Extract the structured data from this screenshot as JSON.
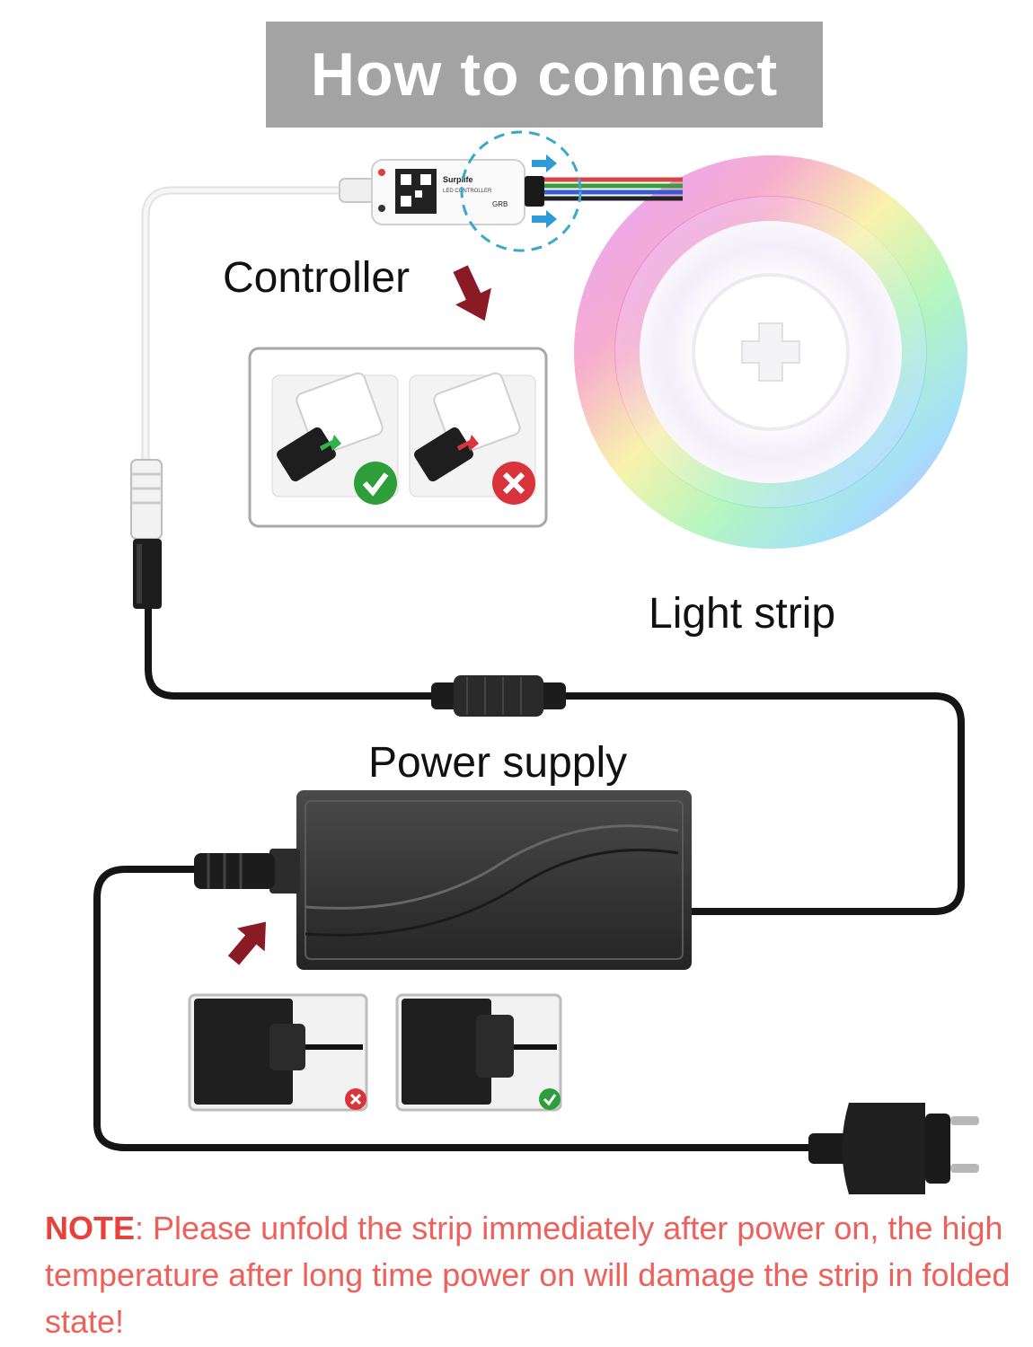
{
  "title": "How to connect",
  "labels": {
    "controller": "Controller",
    "light_strip": "Light strip",
    "power_supply": "Power supply"
  },
  "controller_device": {
    "brand": "Surplife",
    "product": "LED CONTROLLER",
    "pins": "GRB"
  },
  "note": {
    "label": "NOTE",
    "text": ": Please unfold the strip immediately after power on, the high temperature after long time power on will damage the strip in folded state!"
  },
  "colors": {
    "title_bg": "#a3a3a3",
    "arrow": "#8a1a24",
    "note_text": "#f0605a",
    "note_label": "#e8413b",
    "cable_dark": "#151515",
    "cable_light": "#e6e6e6",
    "highlight_circle": "#3aa9c9",
    "ok_green": "#2e9e3a",
    "bad_red": "#d9343b"
  },
  "icons": [
    "down-arrow-icon",
    "up-arrow-icon",
    "check-icon",
    "cross-icon",
    "eu-plug-icon",
    "dc-connector-icon"
  ]
}
